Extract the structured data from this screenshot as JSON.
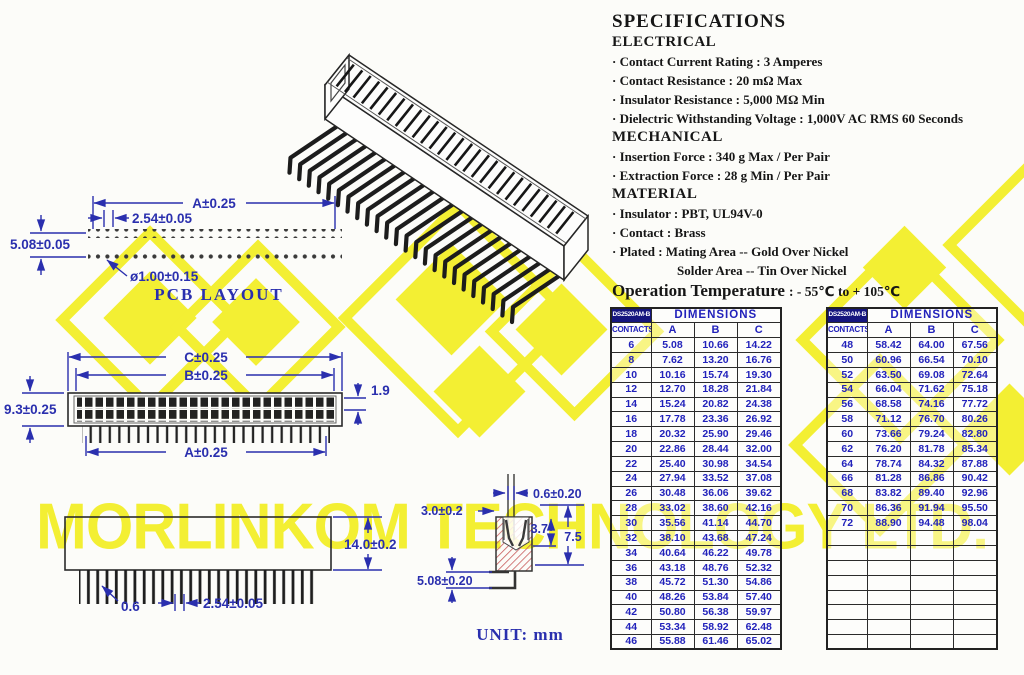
{
  "colors": {
    "watermark_yellow": "#f3ef33",
    "dimension_blue": "#2a2fae",
    "table_text_blue": "#2222bb",
    "part_cell_bg": "#15157e",
    "hatch_red": "#c85c5c",
    "line_dark": "#2a2a2a"
  },
  "watermark": {
    "brand_text": "MORLINKOM TECHNOLOGY LTD."
  },
  "specifications": {
    "title": "SPECIFICATIONS",
    "sections": [
      {
        "heading": "ELECTRICAL",
        "items": [
          "· Contact Current Rating : 3 Amperes",
          "· Contact Resistance : 20 mΩ Max",
          "· Insulator Resistance : 5,000 MΩ Min",
          "· Dielectric Withstanding Voltage : 1,000V AC RMS 60 Seconds"
        ]
      },
      {
        "heading": "MECHANICAL",
        "items": [
          "· Insertion Force : 340 g Max / Per Pair",
          "· Extraction Force : 28 g Min / Per Pair"
        ]
      },
      {
        "heading": "MATERIAL",
        "items": [
          "· Insulator : PBT, UL94V-0",
          "· Contact : Brass",
          "· Plated : Mating Area -- Gold Over Nickel",
          "Solder Area -- Tin Over Nickel"
        ]
      }
    ],
    "operation_temperature_label": "Operation Temperature",
    "operation_temperature_value": ": - 55℃ to + 105℃"
  },
  "drawings": {
    "pcb_layout": {
      "dim_a": "A±0.25",
      "dim_pitch": "2.54±0.05",
      "dim_row_spacing": "5.08±0.05",
      "dim_hole": "ø1.00±0.15",
      "title": "PCB LAYOUT"
    },
    "top_view": {
      "dim_c": "C±0.25",
      "dim_b": "B±0.25",
      "dim_a": "A±0.25",
      "dim_height": "9.3±0.25",
      "dim_lip": "1.9"
    },
    "side_view": {
      "dim_height": "14.0±0.2",
      "dim_pin_width": "0.6",
      "dim_pitch": "2.54±0.05"
    },
    "cross_section": {
      "dim_top": "0.6±0.20",
      "dim_left": "3.0±0.2",
      "dim_inner": "3.7",
      "dim_right": "7.5",
      "dim_bottom": "5.08±0.20"
    },
    "unit_label": "UNIT: mm"
  },
  "tables": [
    {
      "part_number": "DS2520AM-B",
      "dimensions_header": "DIMENSIONS",
      "contacts_header": "CONTACTS",
      "columns": [
        "A",
        "B",
        "C"
      ],
      "rows": [
        [
          "6",
          "5.08",
          "10.66",
          "14.22"
        ],
        [
          "8",
          "7.62",
          "13.20",
          "16.76"
        ],
        [
          "10",
          "10.16",
          "15.74",
          "19.30"
        ],
        [
          "12",
          "12.70",
          "18.28",
          "21.84"
        ],
        [
          "14",
          "15.24",
          "20.82",
          "24.38"
        ],
        [
          "16",
          "17.78",
          "23.36",
          "26.92"
        ],
        [
          "18",
          "20.32",
          "25.90",
          "29.46"
        ],
        [
          "20",
          "22.86",
          "28.44",
          "32.00"
        ],
        [
          "22",
          "25.40",
          "30.98",
          "34.54"
        ],
        [
          "24",
          "27.94",
          "33.52",
          "37.08"
        ],
        [
          "26",
          "30.48",
          "36.06",
          "39.62"
        ],
        [
          "28",
          "33.02",
          "38.60",
          "42.16"
        ],
        [
          "30",
          "35.56",
          "41.14",
          "44.70"
        ],
        [
          "32",
          "38.10",
          "43.68",
          "47.24"
        ],
        [
          "34",
          "40.64",
          "46.22",
          "49.78"
        ],
        [
          "36",
          "43.18",
          "48.76",
          "52.32"
        ],
        [
          "38",
          "45.72",
          "51.30",
          "54.86"
        ],
        [
          "40",
          "48.26",
          "53.84",
          "57.40"
        ],
        [
          "42",
          "50.80",
          "56.38",
          "59.97"
        ],
        [
          "44",
          "53.34",
          "58.92",
          "62.48"
        ],
        [
          "46",
          "55.88",
          "61.46",
          "65.02"
        ]
      ],
      "empty_rows": 0
    },
    {
      "part_number": "DS2520AM-B",
      "dimensions_header": "DIMENSIONS",
      "contacts_header": "CONTACTS",
      "columns": [
        "A",
        "B",
        "C"
      ],
      "rows": [
        [
          "48",
          "58.42",
          "64.00",
          "67.56"
        ],
        [
          "50",
          "60.96",
          "66.54",
          "70.10"
        ],
        [
          "52",
          "63.50",
          "69.08",
          "72.64"
        ],
        [
          "54",
          "66.04",
          "71.62",
          "75.18"
        ],
        [
          "56",
          "68.58",
          "74.16",
          "77.72"
        ],
        [
          "58",
          "71.12",
          "76.70",
          "80.26"
        ],
        [
          "60",
          "73.66",
          "79.24",
          "82.80"
        ],
        [
          "62",
          "76.20",
          "81.78",
          "85.34"
        ],
        [
          "64",
          "78.74",
          "84.32",
          "87.88"
        ],
        [
          "66",
          "81.28",
          "86.86",
          "90.42"
        ],
        [
          "68",
          "83.82",
          "89.40",
          "92.96"
        ],
        [
          "70",
          "86.36",
          "91.94",
          "95.50"
        ],
        [
          "72",
          "88.90",
          "94.48",
          "98.04"
        ]
      ],
      "empty_rows": 8
    }
  ]
}
